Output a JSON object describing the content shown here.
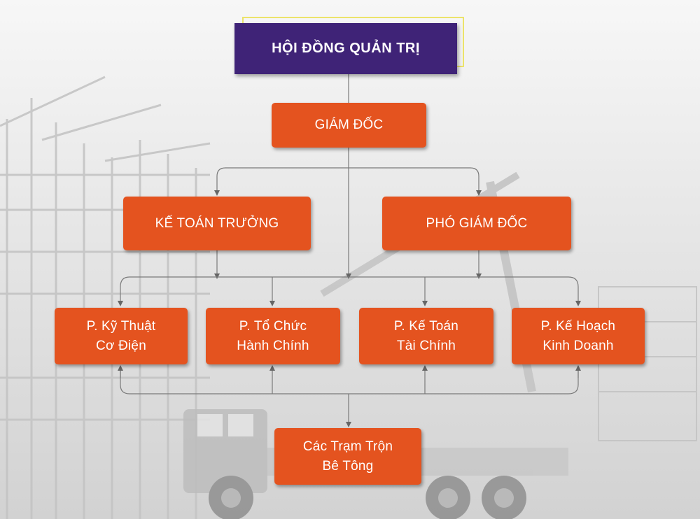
{
  "colors": {
    "board": "#3f2377",
    "board_frame": "#ece36a",
    "node": "#e4531f",
    "connector": "#7a7a7a",
    "text": "#ffffff"
  },
  "org_chart": {
    "board": "HỘI ĐỒNG QUẢN TRỊ",
    "director": "GIÁM ĐỐC",
    "chief_accountant": "KẾ TOÁN TRƯỞNG",
    "deputy_director": "PHÓ GIÁM ĐỐC",
    "departments": [
      {
        "line1": "P. Kỹ Thuật",
        "line2": "Cơ Điện"
      },
      {
        "line1": "P. Tổ Chức",
        "line2": "Hành Chính"
      },
      {
        "line1": "P. Kế Toán",
        "line2": "Tài Chính"
      },
      {
        "line1": "P. Kế Hoạch",
        "line2": "Kinh Doanh"
      }
    ],
    "stations": {
      "line1": "Các Trạm Trộn",
      "line2": "Bê Tông"
    }
  },
  "background_icon": "construction-site-photo"
}
